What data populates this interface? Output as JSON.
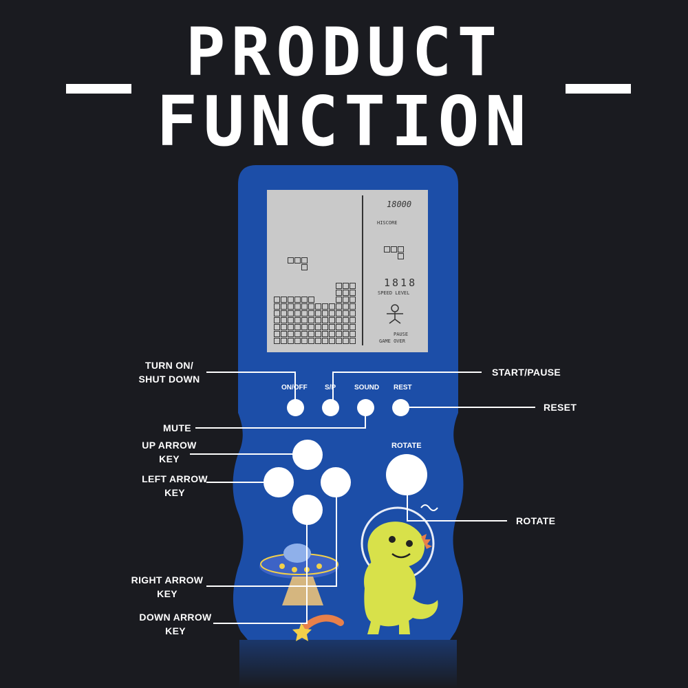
{
  "header": {
    "title_line1": "PRODUCT",
    "title_line2": "FUNCTION"
  },
  "device": {
    "color": "#1c4ea8",
    "screen": {
      "score": "18000",
      "hiscore_label": "HISCORE",
      "level_digits": "1818",
      "speed_level_label": "SPEED LEVEL",
      "pause_label": "PAUSE",
      "game_over_label": "GAME OVER"
    },
    "buttons": {
      "on_off": "ON/OFF",
      "sp": "S/P",
      "sound": "SOUND",
      "rest": "REST",
      "rotate": "ROTATE"
    }
  },
  "callouts": {
    "turn_on_shut_down": [
      "TURN ON/",
      "SHUT DOWN"
    ],
    "start_pause": "START/PAUSE",
    "reset": "RESET",
    "mute": "MUTE",
    "up_arrow_key": [
      "UP ARROW",
      "KEY"
    ],
    "left_arrow_key": [
      "LEFT ARROW",
      "KEY"
    ],
    "rotate": "ROTATE",
    "right_arrow_key": [
      "RIGHT ARROW",
      "KEY"
    ],
    "down_arrow_key": [
      "DOWN ARROW",
      "KEY"
    ]
  }
}
